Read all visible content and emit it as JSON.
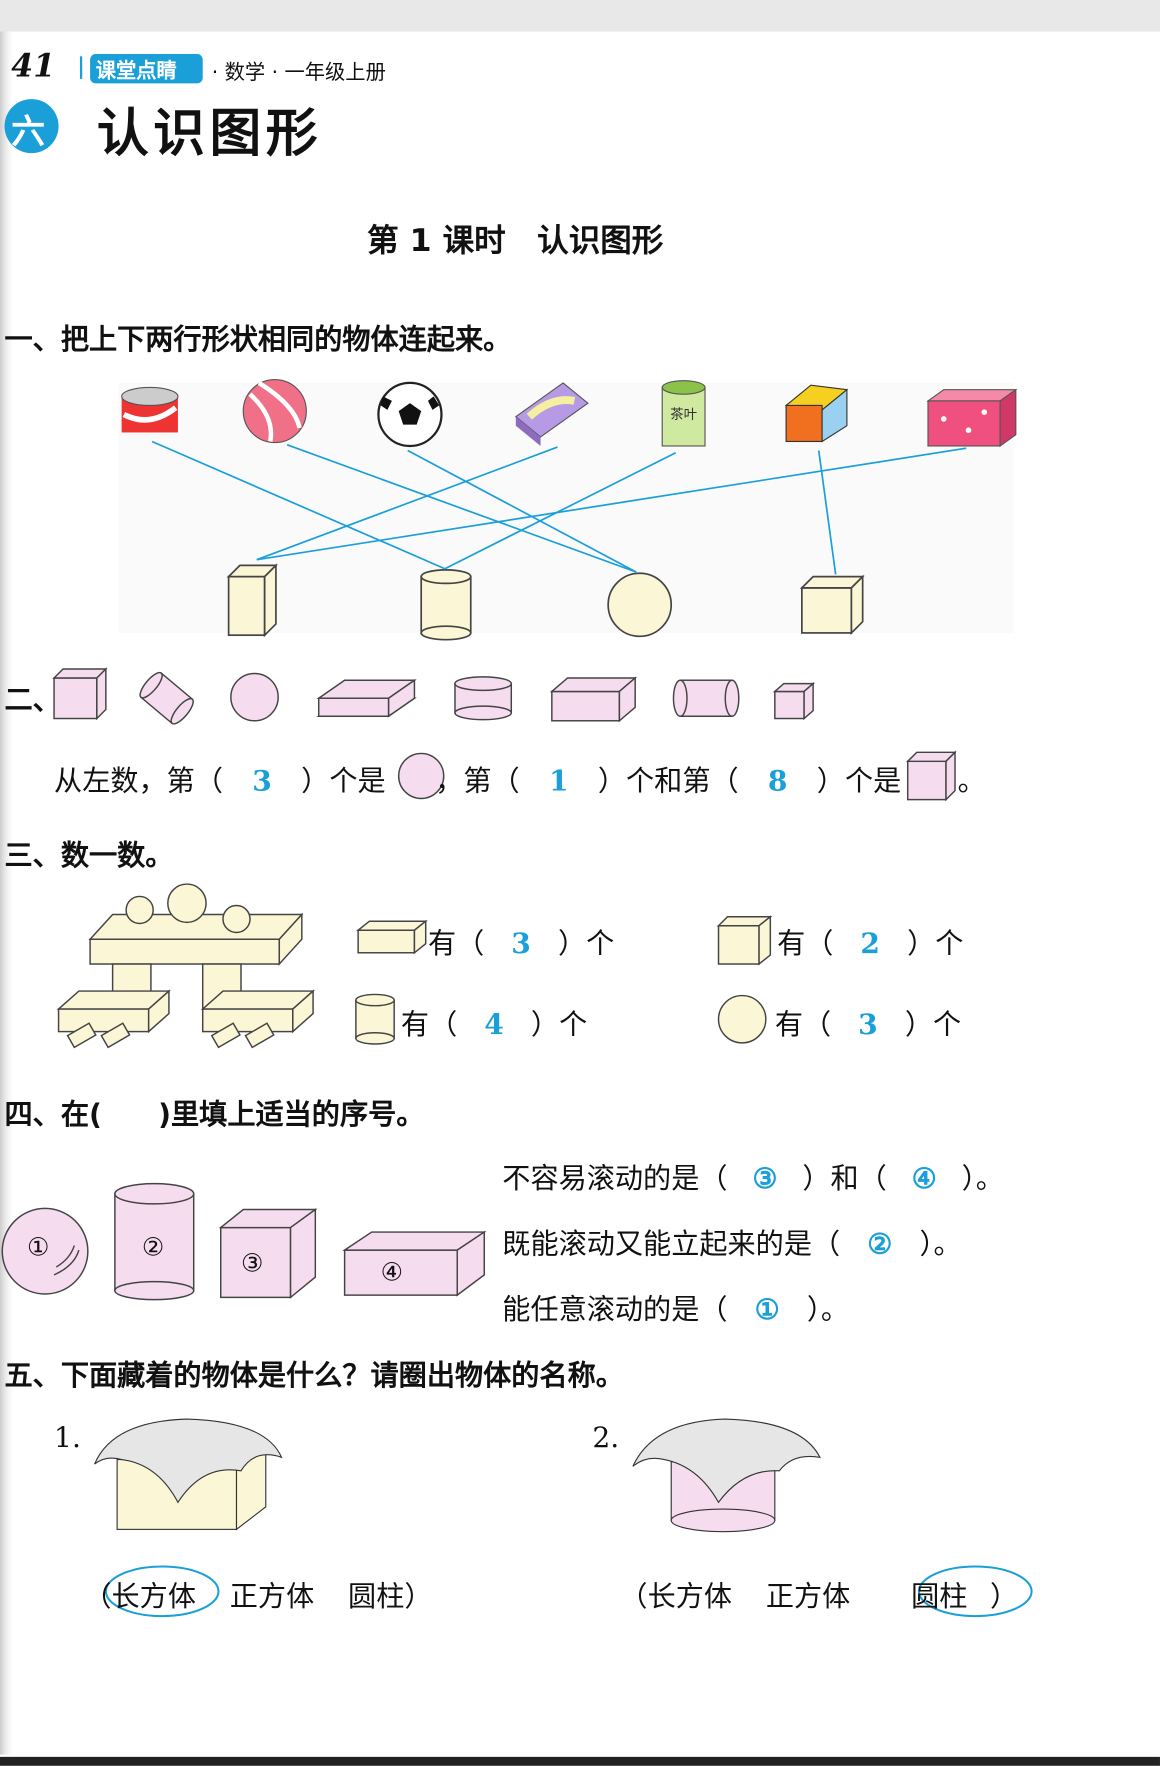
{
  "header": {
    "page_number": "41",
    "series_badge": "课堂点睛",
    "subject": "· 数学 · 一年级上册"
  },
  "unit": {
    "number": "六",
    "title": "认识图形"
  },
  "lesson_title": "第 1 课时　认识图形",
  "q1": {
    "prompt": "一、把上下两行形状相同的物体连起来。",
    "tea_label": "茶叶"
  },
  "q2": {
    "prefix": "二、",
    "s1": "从左数，第（",
    "a1": "3",
    "s2": "）个是",
    "s3": "，第（",
    "a2": "1",
    "s4": "）个和第（",
    "a3": "8",
    "s5": "）个是",
    "s6": "。"
  },
  "q3": {
    "prompt": "三、数一数。",
    "have": "有（",
    "unit": "）个",
    "answers": {
      "cuboid": "3",
      "cube": "2",
      "cylinder": "4",
      "sphere": "3"
    }
  },
  "q4": {
    "prompt": "四、在(　　)里填上适当的序号。",
    "labels": [
      "①",
      "②",
      "③",
      "④"
    ],
    "l1a": "不容易滚动的是（",
    "a1": "③",
    "l1b": "）和（",
    "a2": "④",
    "l1c": "）。",
    "l2a": "既能滚动又能立起来的是（",
    "a3": "②",
    "l2b": "）。",
    "l3a": "能任意滚动的是（",
    "a4": "①",
    "l3b": "）。"
  },
  "q5": {
    "prompt": "五、下面藏着的物体是什么？请圈出物体的名称。",
    "items": [
      {
        "num": "1.",
        "options": [
          "长方体",
          "正方体",
          "圆柱"
        ],
        "circled": 0
      },
      {
        "num": "2.",
        "options": [
          "长方体",
          "正方体",
          "圆柱"
        ],
        "circled": 2
      }
    ],
    "open": "（",
    "close": "）"
  },
  "colors": {
    "accent": "#1a9fd9",
    "pink": "#f6dcef",
    "cream": "#fbf6d6"
  }
}
